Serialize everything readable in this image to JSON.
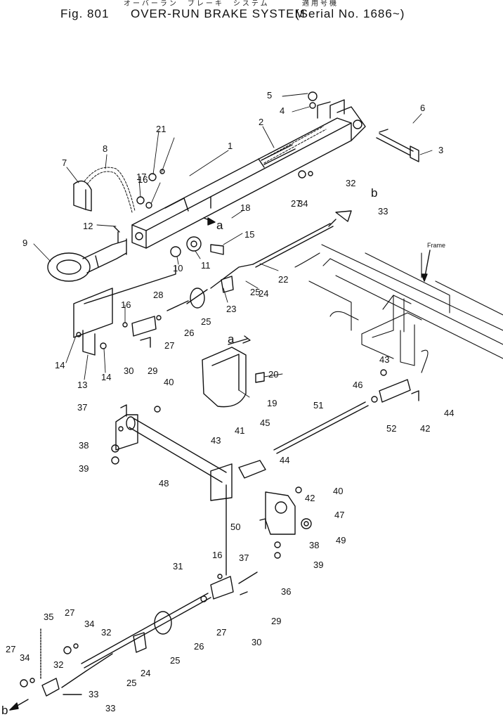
{
  "header": {
    "jp_title": "オーバーラン　ブレーキ　システム",
    "jp_applicable": "適用号機",
    "fig_label": "Fig. 801",
    "title": "OVER-RUN BRAKE SYSTEM",
    "serial": "(Serial No. 1686~)"
  },
  "labels": {
    "frame": "Frame",
    "view_a": "a",
    "view_b": "b"
  },
  "callouts": [
    {
      "n": "1"
    },
    {
      "n": "2"
    },
    {
      "n": "3"
    },
    {
      "n": "4"
    },
    {
      "n": "5"
    },
    {
      "n": "6"
    },
    {
      "n": "7"
    },
    {
      "n": "8"
    },
    {
      "n": "9"
    },
    {
      "n": "10"
    },
    {
      "n": "11"
    },
    {
      "n": "12"
    },
    {
      "n": "13"
    },
    {
      "n": "14"
    },
    {
      "n": "14"
    },
    {
      "n": "15"
    },
    {
      "n": "16"
    },
    {
      "n": "16"
    },
    {
      "n": "16"
    },
    {
      "n": "17"
    },
    {
      "n": "18"
    },
    {
      "n": "19"
    },
    {
      "n": "20"
    },
    {
      "n": "21"
    },
    {
      "n": "22"
    },
    {
      "n": "23"
    },
    {
      "n": "24"
    },
    {
      "n": "24"
    },
    {
      "n": "25"
    },
    {
      "n": "25"
    },
    {
      "n": "25"
    },
    {
      "n": "25"
    },
    {
      "n": "26"
    },
    {
      "n": "26"
    },
    {
      "n": "27"
    },
    {
      "n": "27"
    },
    {
      "n": "27"
    },
    {
      "n": "27"
    },
    {
      "n": "27"
    },
    {
      "n": "28"
    },
    {
      "n": "29"
    },
    {
      "n": "29"
    },
    {
      "n": "30"
    },
    {
      "n": "30"
    },
    {
      "n": "31"
    },
    {
      "n": "32"
    },
    {
      "n": "32"
    },
    {
      "n": "32"
    },
    {
      "n": "33"
    },
    {
      "n": "33"
    },
    {
      "n": "33"
    },
    {
      "n": "34"
    },
    {
      "n": "34"
    },
    {
      "n": "34"
    },
    {
      "n": "35"
    },
    {
      "n": "36"
    },
    {
      "n": "37"
    },
    {
      "n": "37"
    },
    {
      "n": "38"
    },
    {
      "n": "38"
    },
    {
      "n": "39"
    },
    {
      "n": "39"
    },
    {
      "n": "40"
    },
    {
      "n": "40"
    },
    {
      "n": "41"
    },
    {
      "n": "42"
    },
    {
      "n": "42"
    },
    {
      "n": "43"
    },
    {
      "n": "43"
    },
    {
      "n": "44"
    },
    {
      "n": "44"
    },
    {
      "n": "45"
    },
    {
      "n": "46"
    },
    {
      "n": "47"
    },
    {
      "n": "48"
    },
    {
      "n": "49"
    },
    {
      "n": "50"
    },
    {
      "n": "51"
    },
    {
      "n": "52"
    }
  ]
}
